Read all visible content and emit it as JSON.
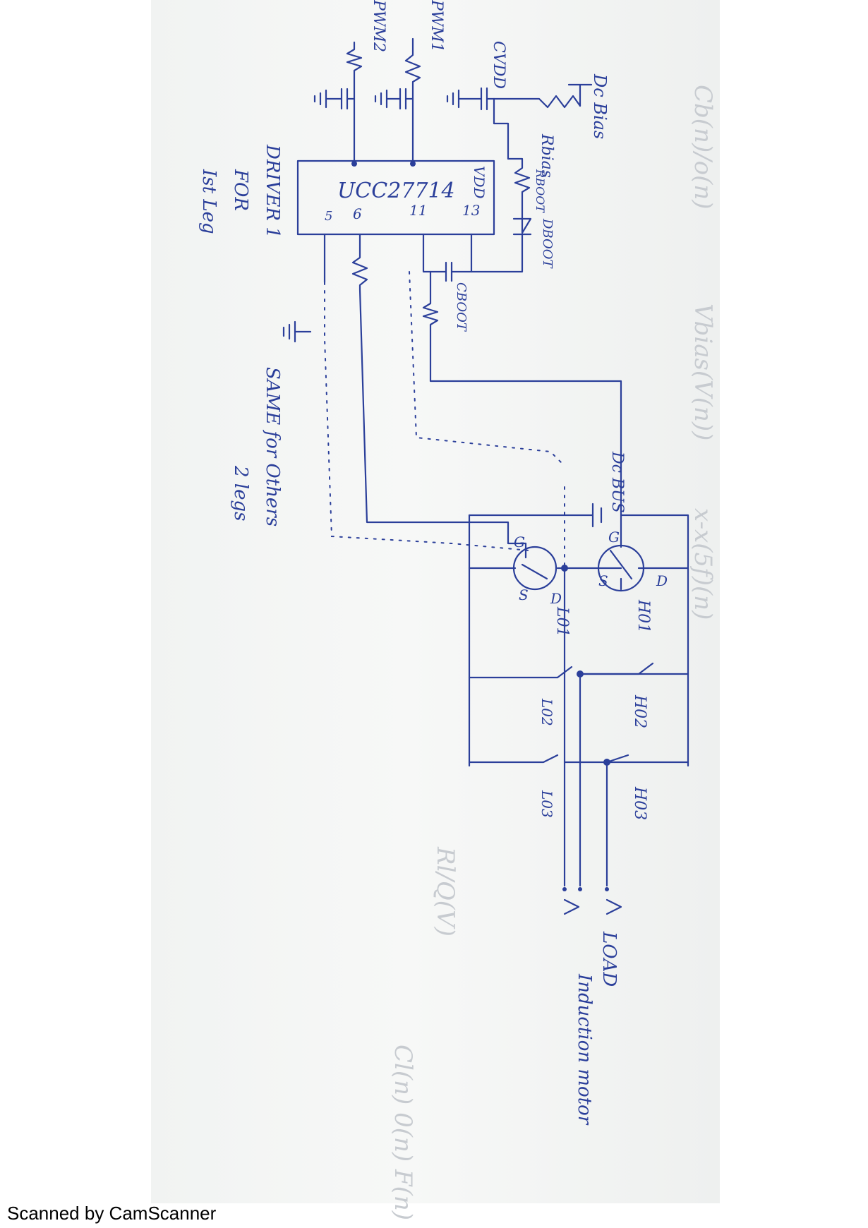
{
  "labels": {
    "dc_bias": "Dc Bias",
    "r_bias": "Rbias",
    "r_boot": "RBOOT",
    "d_boot": "DBOOT",
    "c_boot": "CBOOT",
    "cvdd": "CVDD",
    "pwm1": "PWM1",
    "pwm2": "PWM2",
    "ic_name": "UCC27714",
    "ic_pin_vdd": "VDD",
    "ic_pin_11": "11",
    "ic_pin_13": "13",
    "ic_pin_6": "6",
    "ic_pin_5": "5",
    "dc_bus": "Dc\nBUS",
    "gate_label": "G",
    "source_label": "S",
    "drain_label": "D",
    "h01": "H01",
    "l01": "L01",
    "h02": "H02",
    "l02": "L02",
    "h03": "H03",
    "l03": "L03",
    "load": "LOAD",
    "induction_motor": "Induction motor",
    "driver_note": "DRIVER 1\nFOR\nIst Leg",
    "same_note": "SAME for Others\n2 legs"
  },
  "background_text": [
    "Cb(n)/o(n)",
    "Vbias(V(n))",
    "x-x(5f)(n)",
    "Rl/Q(V)",
    "Cl(n) 0(n) F(n)"
  ],
  "footer": {
    "scanner_text": "Scanned by CamScanner"
  },
  "colors": {
    "ink": "#2b3f9a",
    "paper": "#f4f5f4",
    "ghost": "#c7cbd0"
  }
}
